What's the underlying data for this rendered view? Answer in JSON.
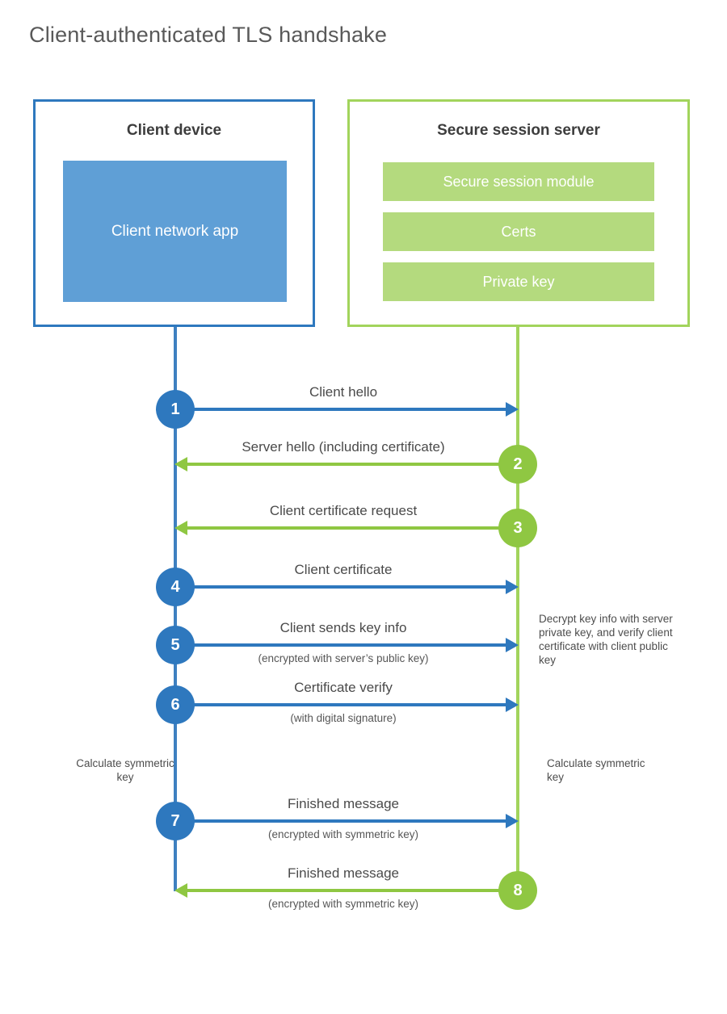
{
  "title": "Client-authenticated TLS handshake",
  "colors": {
    "client_blue": "#2e78be",
    "client_fill_blue": "#5f9fd6",
    "server_green": "#8fc742",
    "server_border_green": "#a2d45c",
    "server_fill_green": "#b4da7e"
  },
  "client_box": {
    "title": "Client device",
    "app_label": "Client network app"
  },
  "server_box": {
    "title": "Secure session server",
    "modules": [
      "Secure session module",
      "Certs",
      "Private key"
    ]
  },
  "messages": [
    {
      "num": "1",
      "from": "client",
      "direction": "right",
      "label": "Client hello",
      "sublabel": ""
    },
    {
      "num": "2",
      "from": "server",
      "direction": "left",
      "label": "Server hello (including certificate)",
      "sublabel": ""
    },
    {
      "num": "3",
      "from": "server",
      "direction": "left",
      "label": "Client certificate request",
      "sublabel": ""
    },
    {
      "num": "4",
      "from": "client",
      "direction": "right",
      "label": "Client certificate",
      "sublabel": ""
    },
    {
      "num": "5",
      "from": "client",
      "direction": "right",
      "label": "Client sends key info",
      "sublabel": "(encrypted with server’s public key)"
    },
    {
      "num": "6",
      "from": "client",
      "direction": "right",
      "label": "Certificate verify",
      "sublabel": "(with digital signature)"
    },
    {
      "num": "7",
      "from": "client",
      "direction": "right",
      "label": "Finished message",
      "sublabel": "(encrypted with symmetric key)"
    },
    {
      "num": "8",
      "from": "server",
      "direction": "left",
      "label": "Finished message",
      "sublabel": "(encrypted with symmetric key)"
    }
  ],
  "annotations": {
    "decrypt_note": "Decrypt key info with server private key, and verify client certificate with client public key",
    "calculate_left": "Calculate symmetric key",
    "calculate_right": "Calculate symmetric key"
  }
}
